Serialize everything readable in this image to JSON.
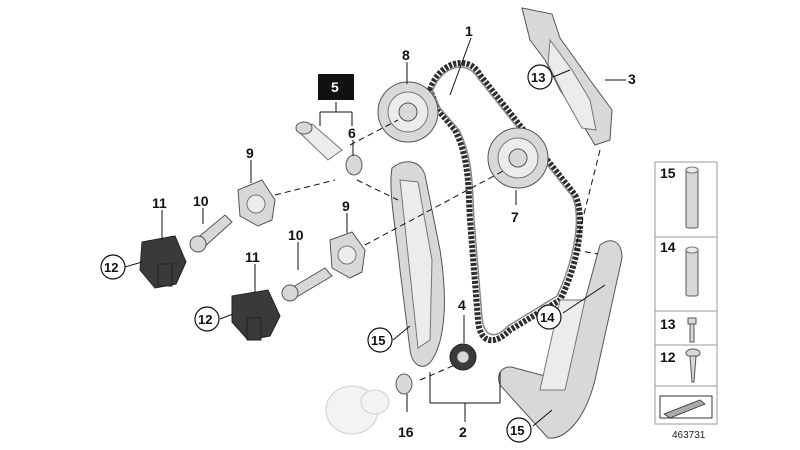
{
  "callouts": {
    "c1": "1",
    "c2": "2",
    "c3": "3",
    "c4": "4",
    "c5": "5",
    "c6": "6",
    "c7": "7",
    "c8": "8",
    "c9a": "9",
    "c9b": "9",
    "c10a": "10",
    "c10b": "10",
    "c11a": "11",
    "c11b": "11",
    "c12a": "12",
    "c12b": "12",
    "c13": "13",
    "c14": "14",
    "c15a": "15",
    "c15b": "15",
    "c16": "16"
  },
  "legend": {
    "items": [
      {
        "label": "15"
      },
      {
        "label": "14"
      },
      {
        "label": "13"
      },
      {
        "label": "12"
      }
    ]
  },
  "catalog_number": "463731",
  "colors": {
    "callout_box": "#111111",
    "part_fill": "#d8d8d8",
    "part_dark": "#3a3a3a"
  }
}
